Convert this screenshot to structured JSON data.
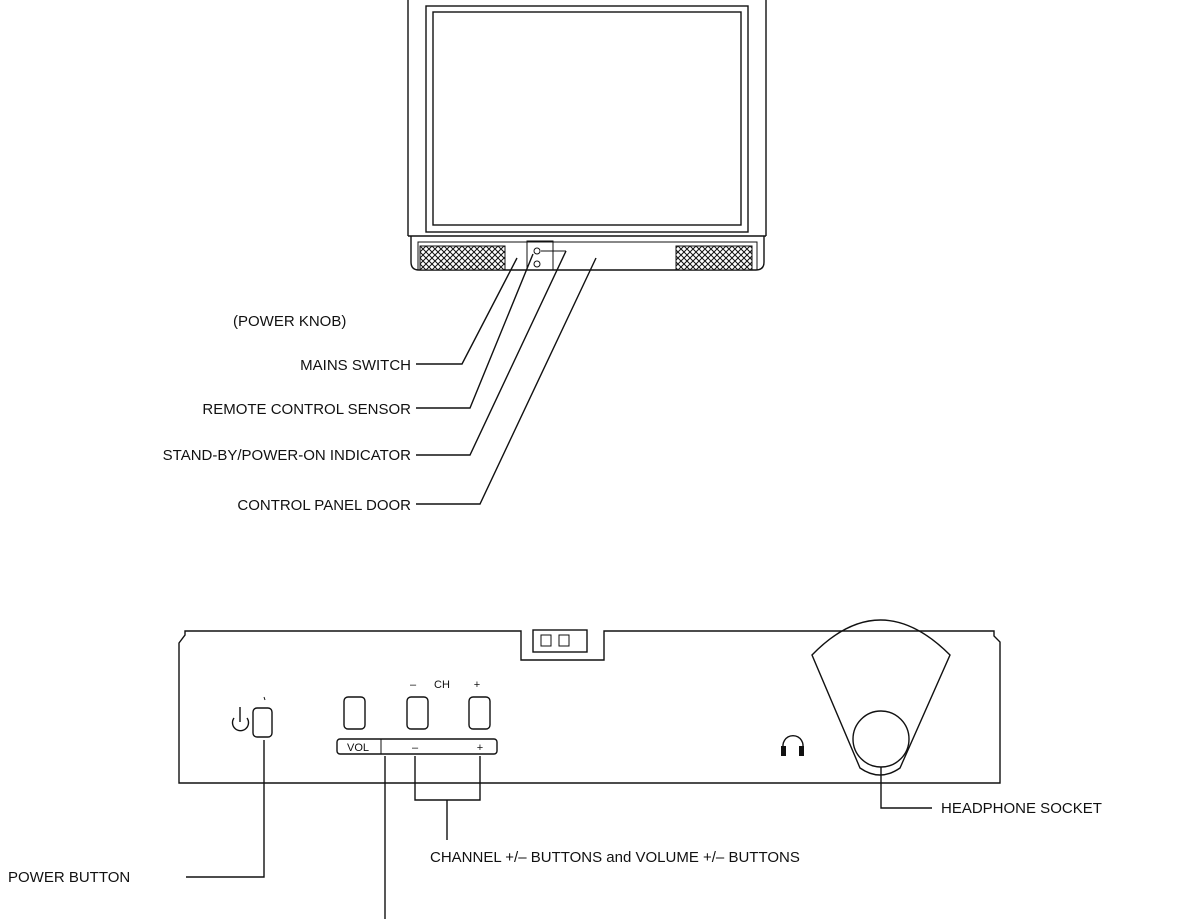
{
  "tv_front": {
    "callouts": {
      "power_knob": "(POWER KNOB)",
      "mains_switch": "MAINS SWITCH",
      "remote_sensor": "REMOTE CONTROL SENSOR",
      "standby_indicator": "STAND-BY/POWER-ON INDICATOR",
      "panel_door": "CONTROL PANEL DOOR"
    }
  },
  "control_panel": {
    "labels": {
      "ch": "CH",
      "ch_minus": "–",
      "ch_plus": "+",
      "vol": "VOL",
      "vol_minus": "–",
      "vol_plus": "+"
    },
    "callouts": {
      "power_button": "POWER BUTTON",
      "channel_volume_buttons": "CHANNEL +/– BUTTONS and VOLUME +/– BUTTONS",
      "headphone_socket": "HEADPHONE SOCKET"
    }
  }
}
